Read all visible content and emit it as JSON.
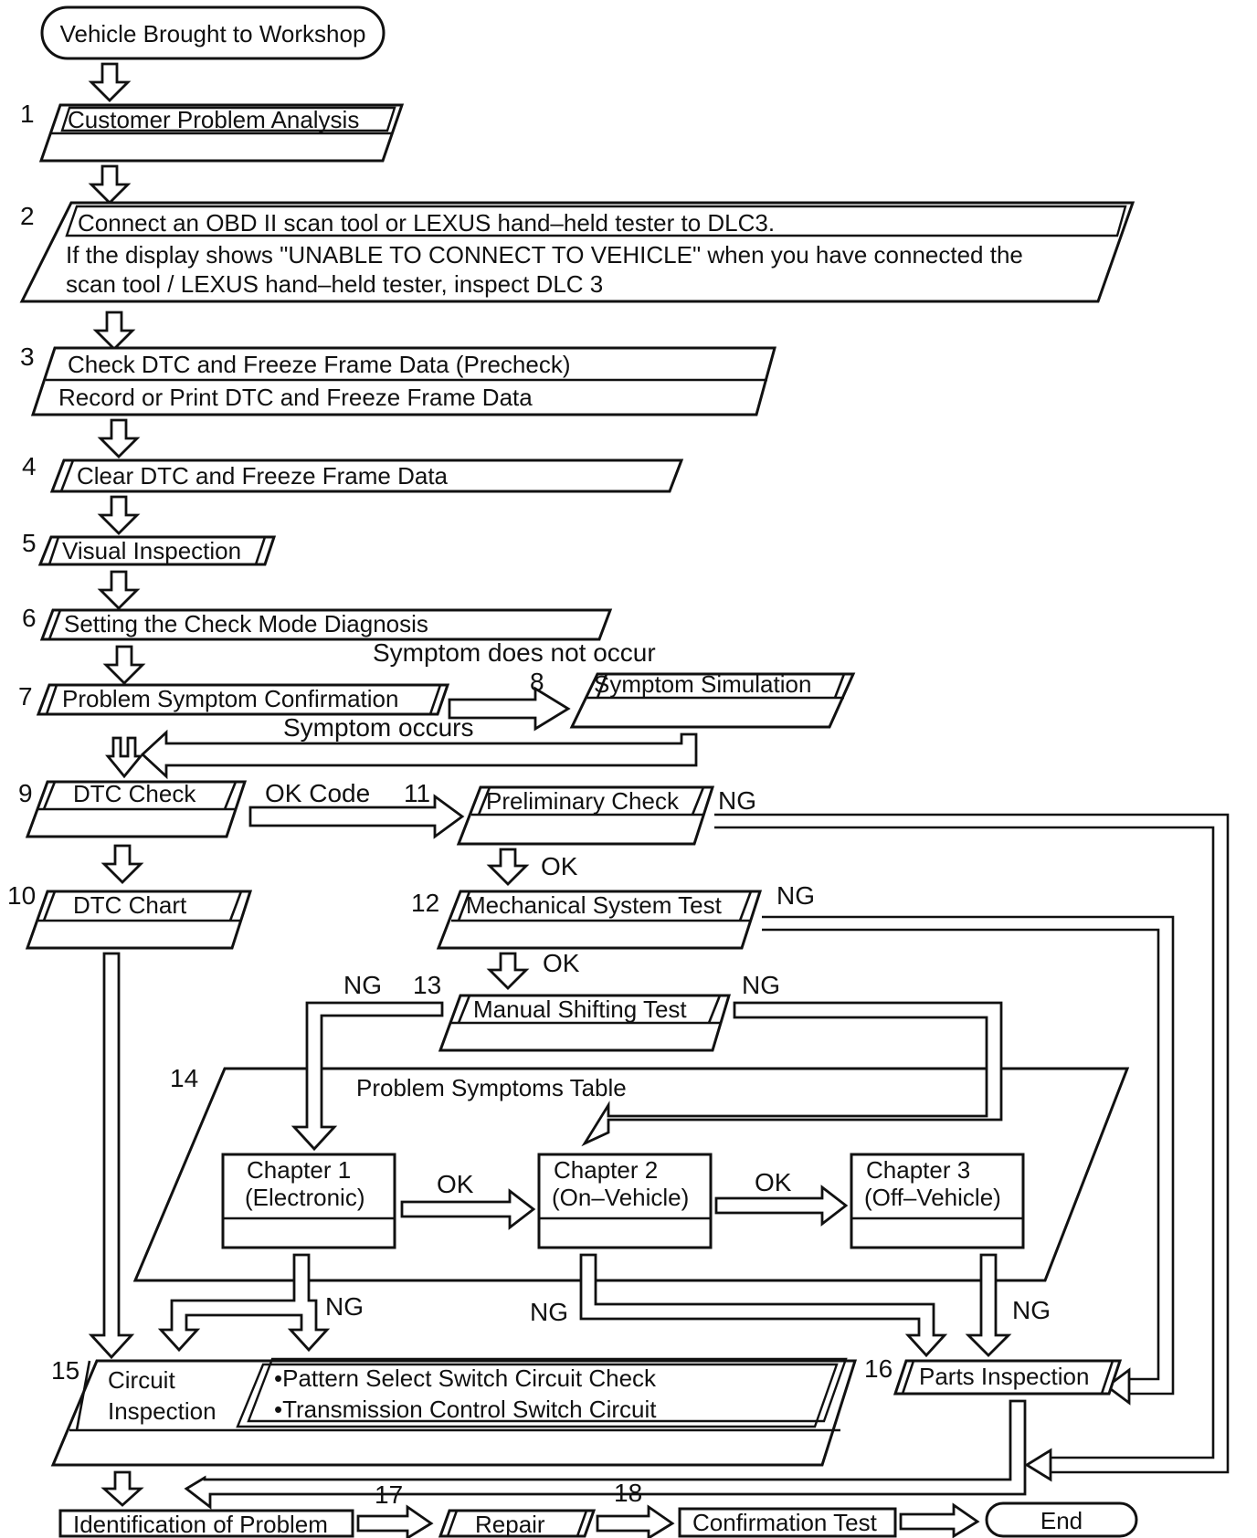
{
  "start": "Vehicle Brought to Workshop",
  "steps": {
    "s1": {
      "num": "1",
      "label": "Customer Problem Analysis"
    },
    "s2": {
      "num": "2",
      "line1": "Connect an OBD II scan tool or LEXUS hand–held tester to DLC3.",
      "line2": "If the display shows \"UNABLE TO CONNECT TO VEHICLE\" when you have connected the",
      "line3": "scan tool / LEXUS hand–held tester, inspect DLC 3"
    },
    "s3": {
      "num": "3",
      "line1": "Check DTC and Freeze Frame Data (Precheck)",
      "line2": "Record or Print DTC and Freeze Frame Data"
    },
    "s4": {
      "num": "4",
      "label": "Clear DTC and Freeze Frame Data"
    },
    "s5": {
      "num": "5",
      "label": "Visual Inspection"
    },
    "s6": {
      "num": "6",
      "label": "Setting the Check Mode Diagnosis"
    },
    "s7": {
      "num": "7",
      "label": "Problem Symptom Confirmation"
    },
    "s8": {
      "num": "8",
      "label": "Symptom Simulation"
    },
    "s9": {
      "num": "9",
      "label": "DTC Check"
    },
    "s10": {
      "num": "10",
      "label": "DTC Chart"
    },
    "s11": {
      "num": "11",
      "label": "Preliminary Check"
    },
    "s12": {
      "num": "12",
      "label": "Mechanical System Test"
    },
    "s13": {
      "num": "13",
      "label": "Manual Shifting Test"
    },
    "s14": {
      "num": "14",
      "label": "Problem Symptoms Table"
    },
    "s15": {
      "num": "15",
      "line1": "Circuit",
      "line2": "Inspection"
    },
    "s15_items": [
      "•Pattern Select Switch Circuit Check",
      "•Transmission Control Switch Circuit"
    ],
    "s16": {
      "num": "16",
      "label": "Parts Inspection"
    },
    "s17": {
      "num": "17",
      "label": "Repair"
    },
    "s18": {
      "num": "18",
      "label": "Confirmation Test"
    }
  },
  "identification": "Identification of Problem",
  "chapters": [
    {
      "line1": "Chapter 1",
      "line2": "(Electronic)"
    },
    {
      "line1": "Chapter 2",
      "line2": "(On–Vehicle)"
    },
    {
      "line1": "Chapter 3",
      "line2": "(Off–Vehicle)"
    }
  ],
  "labels": {
    "symptom_not_occur": "Symptom does not occur",
    "symptom_occurs": "Symptom occurs",
    "ok_code": "OK Code",
    "ok": "OK",
    "ng": "NG"
  },
  "end": "End"
}
